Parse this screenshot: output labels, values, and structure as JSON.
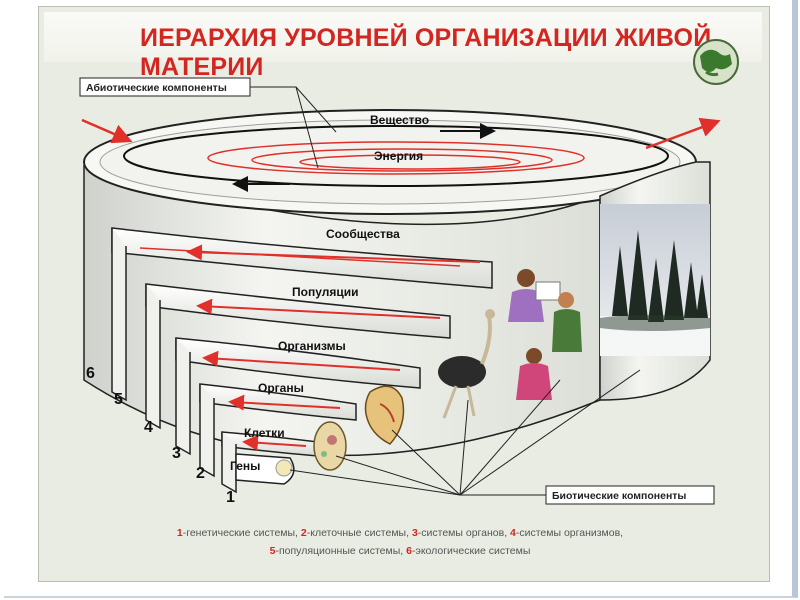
{
  "title": "ИЕРАРХИЯ УРОВНЕЙ ОРГАНИЗАЦИИ ЖИВОЙ МАТЕРИИ",
  "callouts": {
    "abiotic": "Абиотические компоненты",
    "biotic": "Биотические компоненты"
  },
  "top_ring": {
    "matter": "Вещество",
    "energy": "Энергия"
  },
  "levels": [
    {
      "number": "1",
      "name": "Гены"
    },
    {
      "number": "2",
      "name": "Клетки"
    },
    {
      "number": "3",
      "name": "Органы"
    },
    {
      "number": "4",
      "name": "Организмы"
    },
    {
      "number": "5",
      "name": "Популяции"
    },
    {
      "number": "6",
      "name": "Сообщества"
    }
  ],
  "legend": {
    "line1": [
      {
        "num": "1",
        "text": "-генетические системы, "
      },
      {
        "num": "2",
        "text": "-клеточные системы, "
      },
      {
        "num": "3",
        "text": "-системы органов, "
      },
      {
        "num": "4",
        "text": "-системы организмов,"
      }
    ],
    "line2": [
      {
        "num": "5",
        "text": "-популяционные системы, "
      },
      {
        "num": "6",
        "text": "-экологические системы"
      }
    ]
  },
  "colors": {
    "title": "#d32620",
    "arrow": "#e0302a",
    "panel": "#e9ece3",
    "frame": "#b9c6d8"
  },
  "icons": [
    "globe-logo-icon"
  ]
}
